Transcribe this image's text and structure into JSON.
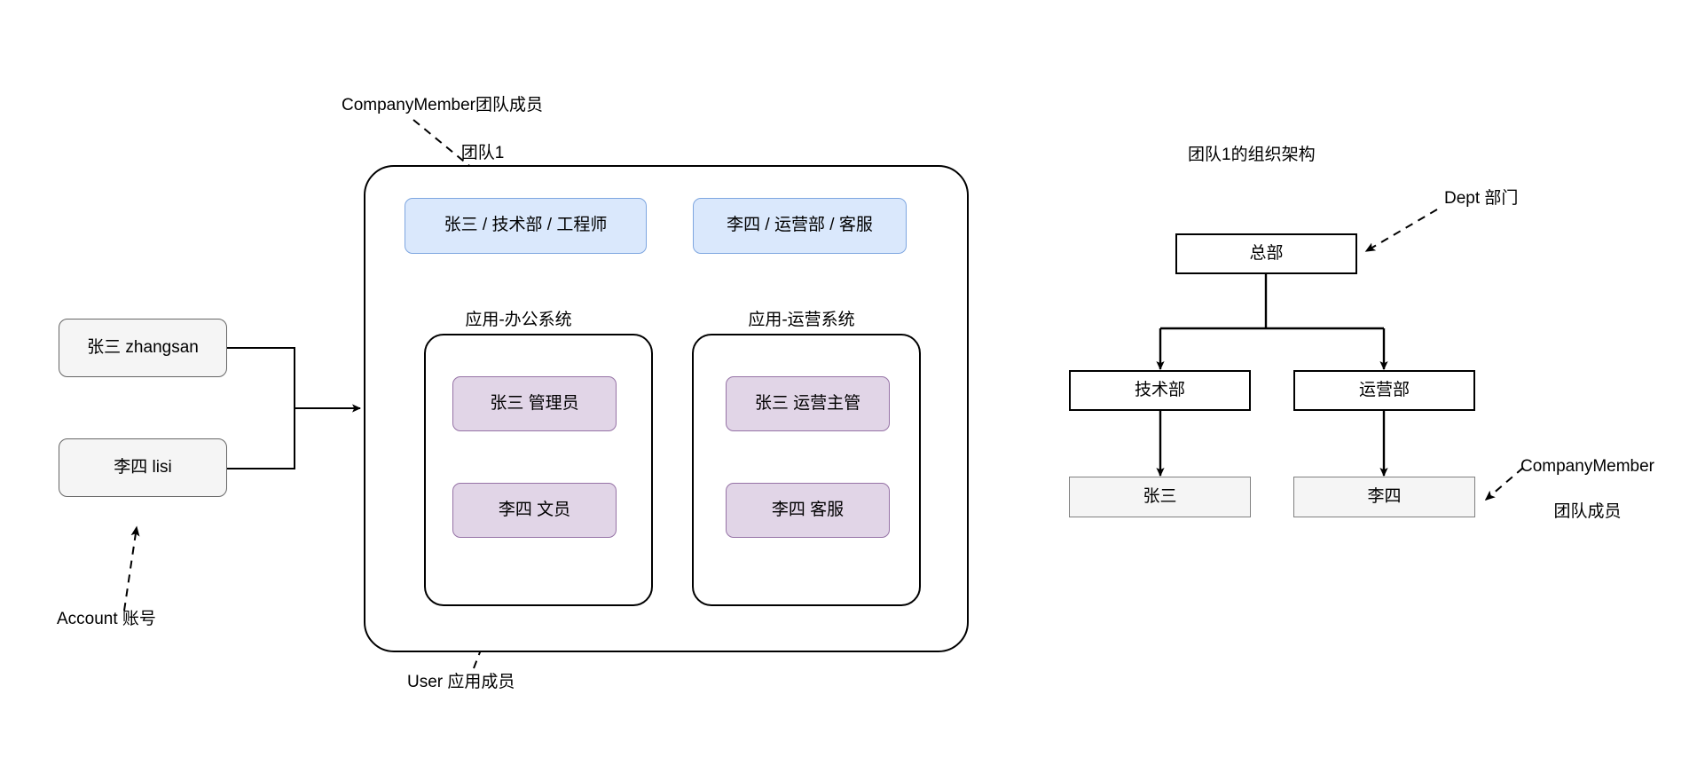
{
  "diagram": {
    "title_left": "团队1",
    "title_right": "团队1的组织架构"
  },
  "annotations": {
    "company_member_left": "CompanyMember团队成员",
    "user_bottom": "User 应用成员",
    "account_bottom": "Account 账号",
    "dept_right": "Dept 部门",
    "company_member_right_line1": "CompanyMember",
    "company_member_right_line2": "团队成员"
  },
  "accounts": {
    "caption": "Account 账号",
    "items": [
      {
        "label": "张三 zhangsan"
      },
      {
        "label": "李四 lisi"
      }
    ]
  },
  "team": {
    "name": "团队1",
    "members": [
      {
        "label": "张三 / 技术部 / 工程师"
      },
      {
        "label": "李四 / 运营部 / 客服"
      }
    ],
    "apps": [
      {
        "title": "应用-办公系统",
        "users": [
          {
            "label": "张三 管理员"
          },
          {
            "label": "李四 文员"
          }
        ]
      },
      {
        "title": "应用-运营系统",
        "users": [
          {
            "label": "张三 运营主管"
          },
          {
            "label": "李四 客服"
          }
        ]
      }
    ]
  },
  "org_chart": {
    "title": "团队1的组织架构",
    "root": {
      "label": "总部"
    },
    "departments": [
      {
        "label": "技术部",
        "member": {
          "label": "张三"
        }
      },
      {
        "label": "运营部",
        "member": {
          "label": "李四"
        }
      }
    ]
  },
  "colors": {
    "member_fill": "#dae8fc",
    "member_stroke": "#7ea6e0",
    "user_fill": "#e1d5e7",
    "user_stroke": "#9673a6",
    "account_fill": "#f5f5f5",
    "account_stroke": "#666666",
    "org_member_fill": "#f5f5f5",
    "org_member_stroke": "#808080",
    "line": "#000000"
  }
}
